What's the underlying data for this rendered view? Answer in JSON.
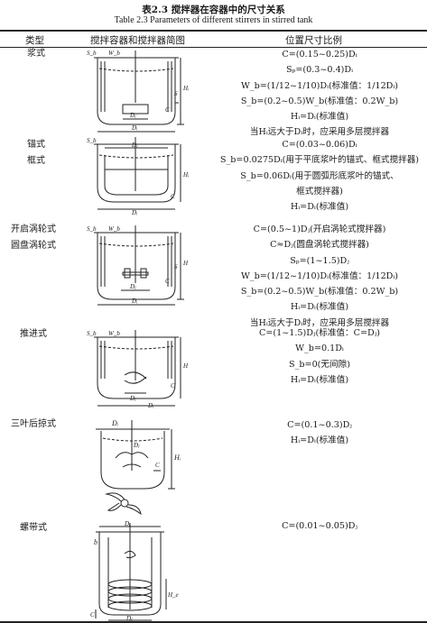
{
  "title": {
    "cn": "表2.3 搅拌器在容器中的尺寸关系",
    "en": "Table 2.3 Parameters of different stirrers in stirred tank"
  },
  "header": {
    "col_type": "类型",
    "col_figure": "搅拌容器和搅拌器简图",
    "col_ratio": "位置尺寸比例"
  },
  "rows": [
    {
      "name": "浆式",
      "params": [
        "C=(0.15~0.25)Dᵢ",
        "Sₚ=(0.3~0.4)Dᵢ",
        "W_b=(1/12~1/10)Dᵢ(标准值：1/12Dᵢ)",
        "S_b=(0.2~0.5)W_b(标准值：0.2W_b)",
        "Hᵢ=Dᵢ(标准值)",
        "当Hᵢ远大于Dᵢ时，应采用多层搅拌器"
      ],
      "fig_labels": [
        "S_b",
        "W_b",
        "Dⱼ",
        "Dᵢ",
        "C",
        "S",
        "Hᵢ"
      ]
    },
    {
      "name": "锚式",
      "name2": "框式",
      "params": [
        "C=(0.03~0.06)Dᵢ",
        "S_b=0.0275Dᵢ(用于平底浆叶的锚式、框式搅拌器)",
        "S_b=0.06Dᵢ(用于圆弧形底浆叶的锚式、",
        "框式搅拌器)",
        "Hᵢ=Dᵢ(标准值)"
      ],
      "fig_labels": [
        "S_b",
        "Dⱼ",
        "Dᵢ",
        "C",
        "Hᵢ"
      ]
    },
    {
      "name": "开启涡轮式",
      "name2": "圆盘涡轮式",
      "params": [
        "C=(0.5~1)Dⱼ(开启涡轮式搅拌器)",
        "C≈Dⱼ(圆盘涡轮式搅拌器)",
        "Sₚ=(1~1.5)Dⱼ",
        "W_b=(1/12~1/10)Dᵢ(标准值：1/12Dᵢ)",
        "S_b=(0.2~0.5)W_b(标准值：0.2W_b)",
        "Hᵢ=Dᵢ(标准值)",
        "当Hᵢ远大于Dᵢ时，应采用多层搅拌器"
      ],
      "fig_labels": [
        "S_b",
        "W_b",
        "Dⱼ",
        "Dᵢ",
        "C",
        "S",
        "H"
      ]
    },
    {
      "name": "推进式",
      "params": [
        "C=(1~1.5)Dⱼ(标准值：C=Dⱼ)",
        "W_b=0.1Dᵢ",
        "S_b=0(无间隙)",
        "Hᵢ=Dᵢ(标准值)"
      ],
      "fig_labels": [
        "S_b",
        "W_b",
        "Dⱼ",
        "Dᵢ",
        "C",
        "H"
      ]
    },
    {
      "name": "三叶后掠式",
      "params": [
        "C=(0.1~0.3)Dⱼ",
        "Hᵢ=Dᵢ(标准值)"
      ],
      "fig_labels": [
        "Dᵢ",
        "Dⱼ",
        "C",
        "Hᵢ"
      ]
    },
    {
      "name": "螺带式",
      "params": [
        "C=(0.01~0.05)Dⱼ"
      ],
      "fig_labels": [
        "Dᵢ",
        "b",
        "H_e",
        "C",
        "Dⱼ"
      ]
    }
  ],
  "colors": {
    "ink": "#1a1a1a",
    "paper": "#ffffff"
  }
}
